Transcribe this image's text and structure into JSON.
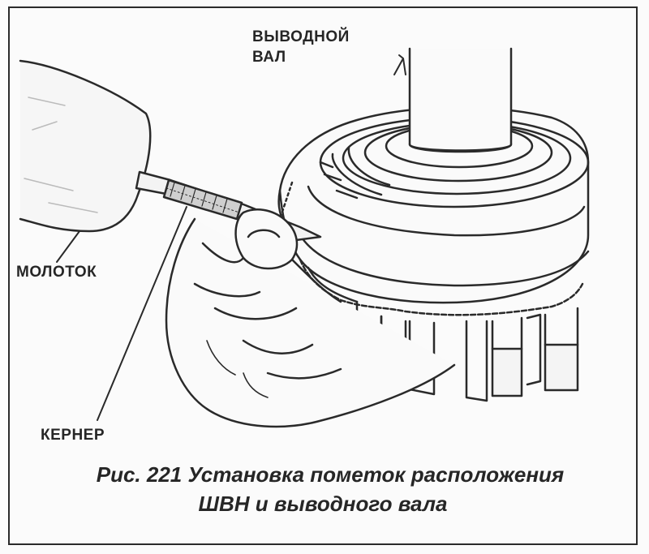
{
  "labels": {
    "output_shaft_line1": "ВЫВОДНОЙ",
    "output_shaft_line2": "ВАЛ",
    "hammer": "МОЛОТОК",
    "punch": "КЕРНЕР"
  },
  "caption": {
    "line1": "Рис. 221 Установка пометок расположения",
    "line2": "ШВН и выводного вала"
  }
}
